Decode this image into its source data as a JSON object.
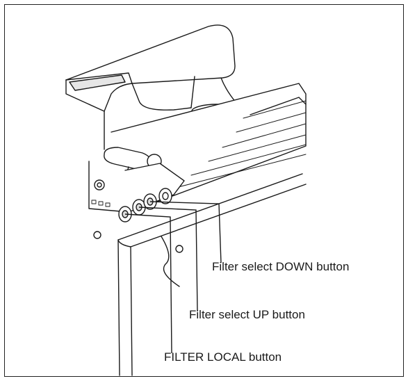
{
  "callouts": {
    "filter_down": "Filter select DOWN button",
    "filter_up": "Filter select UP button",
    "filter_local": "FILTER LOCAL button"
  },
  "colors": {
    "line": "#1a1a1a",
    "frame": "#222222",
    "shade": "#dcdcdc",
    "background": "#ffffff"
  }
}
